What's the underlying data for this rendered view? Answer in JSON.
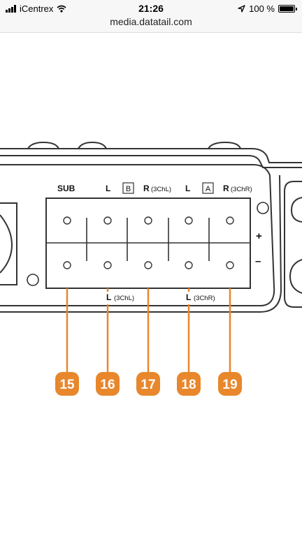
{
  "status_bar": {
    "carrier": "iCentrex",
    "time": "21:26",
    "battery": "100 %",
    "battery_level": 1.0,
    "icons": [
      "signal-icon",
      "wifi-icon",
      "location-arrow-icon",
      "battery-icon"
    ]
  },
  "browser": {
    "url": "media.datatail.com"
  },
  "diagram": {
    "top_labels": {
      "sub": "SUB",
      "l1": "L",
      "badge_b": "B",
      "r1": "R",
      "r1_suffix": "(3ChL)",
      "l2": "L",
      "badge_a": "A",
      "r2": "R",
      "r2_suffix": "(3ChR)"
    },
    "polarity": {
      "plus": "+",
      "minus": "–"
    },
    "bottom_labels": {
      "l_3chl": "L",
      "l_3chl_suffix": "(3ChL)",
      "l_3chr": "L",
      "l_3chr_suffix": "(3ChR)"
    },
    "callouts": [
      "15",
      "16",
      "17",
      "18",
      "19"
    ],
    "accent_color": "#e8872c",
    "line_color": "#333333"
  }
}
